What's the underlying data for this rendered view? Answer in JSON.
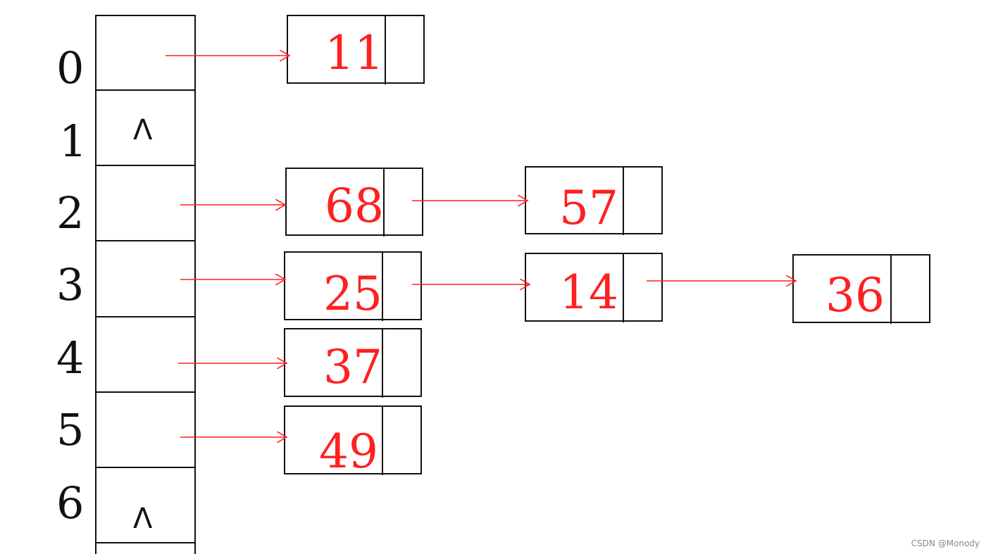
{
  "table": {
    "indices": [
      "0",
      "1",
      "2",
      "3",
      "4",
      "5",
      "6"
    ],
    "null_mark": "Λ"
  },
  "chains": [
    {
      "slot": 0,
      "nodes": [
        "11"
      ]
    },
    {
      "slot": 1,
      "nodes": []
    },
    {
      "slot": 2,
      "nodes": [
        "68",
        "57"
      ]
    },
    {
      "slot": 3,
      "nodes": [
        "25",
        "14",
        "36"
      ]
    },
    {
      "slot": 4,
      "nodes": [
        "37"
      ]
    },
    {
      "slot": 5,
      "nodes": [
        "49"
      ]
    },
    {
      "slot": 6,
      "nodes": []
    }
  ],
  "colors": {
    "value": "#ff2020",
    "arrow": "#ff2020",
    "outline": "#111111"
  },
  "watermark": "CSDN @Monody"
}
